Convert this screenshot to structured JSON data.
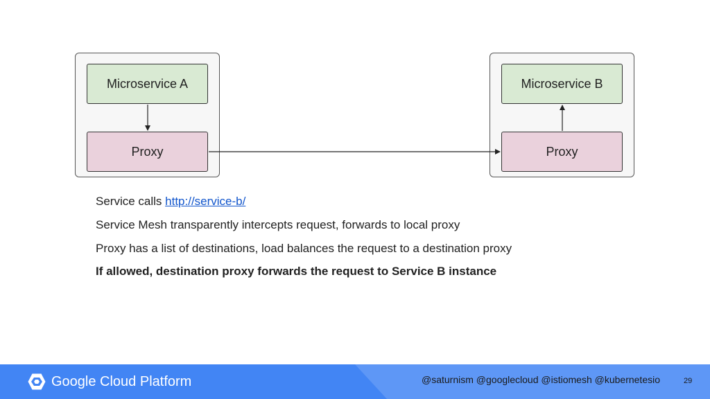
{
  "diagram": {
    "left": {
      "service_label": "Microservice A",
      "proxy_label": "Proxy"
    },
    "right": {
      "service_label": "Microservice B",
      "proxy_label": "Proxy"
    }
  },
  "bullets": {
    "line1_prefix": "Service calls ",
    "line1_link": "http://service-b/",
    "line2": "Service Mesh transparently intercepts request, forwards to local proxy",
    "line3": "Proxy has a list of destinations, load balances the request to a destination proxy",
    "line4": "If allowed, destination proxy forwards the request to Service B instance"
  },
  "footer": {
    "brand": "Google Cloud Platform",
    "handles": "@saturnism @googlecloud @istiomesh @kubernetesio",
    "page_number": "29"
  },
  "colors": {
    "service_fill": "#d9ead3",
    "proxy_fill": "#ead1dc",
    "footer_blue": "#4285f4",
    "footer_blue_light": "#5e97f6",
    "link": "#1155cc"
  },
  "icons": {
    "logo": "google-cloud-hexagon-icon"
  }
}
